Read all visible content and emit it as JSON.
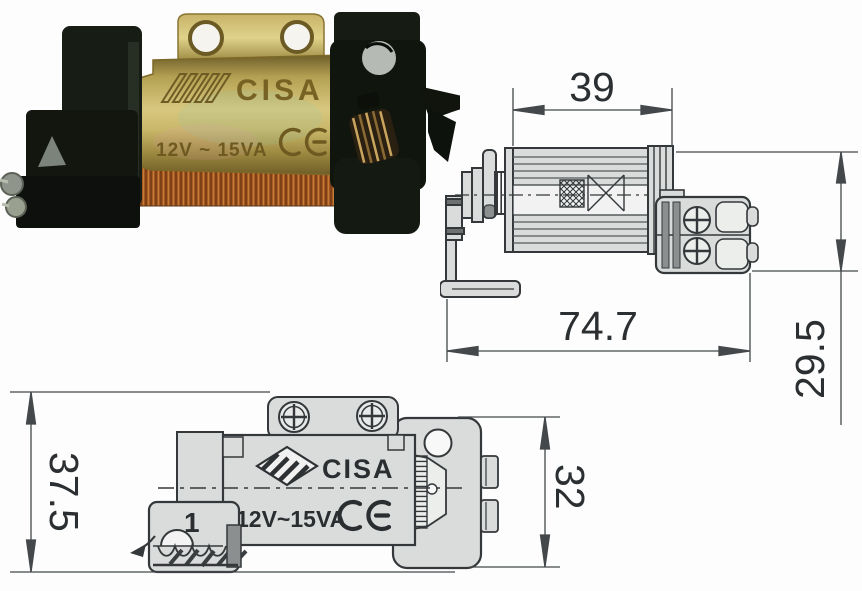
{
  "photo": {
    "brand_engraving": "CISA",
    "rating_engraving": "12V ~ 15VA",
    "ce_mark": "CE"
  },
  "side_view": {
    "dim_top_width": "39",
    "dim_total_width": "74.7",
    "dim_height": "29.5"
  },
  "front_view": {
    "dim_total_height": "37.5",
    "dim_body_height": "32",
    "brand": "CISA",
    "rating": "12V~15VA",
    "ce_mark": "CE",
    "detail_label": "1"
  },
  "colors": {
    "background": "#ffffff",
    "drawing_line": "#34383a",
    "drawing_fill": "#d9dcda",
    "brass": "#c2ae5e",
    "copper": "#a4581f",
    "plastic_black": "#141a12"
  }
}
